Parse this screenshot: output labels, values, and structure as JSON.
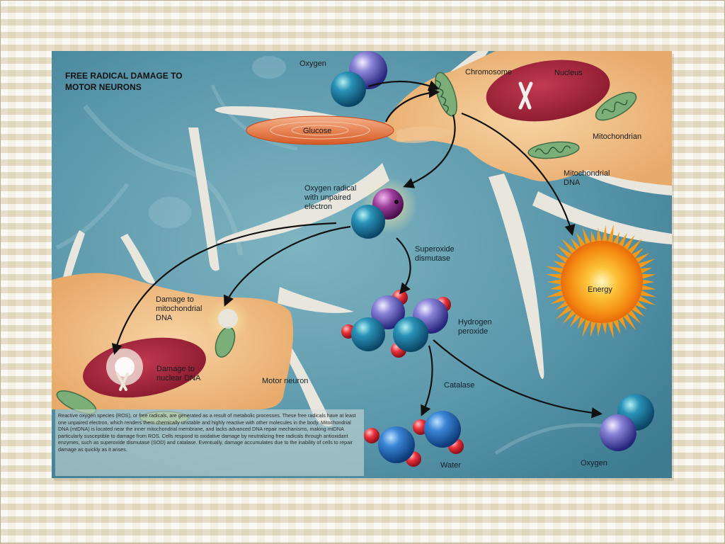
{
  "title": {
    "line1": "FREE RADICAL DAMAGE TO",
    "line2": "MOTOR NEURONS"
  },
  "labels": {
    "oxygen_top": "Oxygen",
    "glucose": "Glucose",
    "chromosome": "Chromosome",
    "nucleus": "Nucleus",
    "mitochondrion": "Mitochondrian",
    "mito_dna_1": "Mitochondrial",
    "mito_dna_2": "DNA",
    "oxygen_radical_1": "Oxygen radical",
    "oxygen_radical_2": "with unpaired",
    "oxygen_radical_3": "electron",
    "sod_1": "Superoxide",
    "sod_2": "dismutase",
    "energy": "Energy",
    "damage_mito_1": "Damage to",
    "damage_mito_2": "mitochondrial",
    "damage_mito_3": "DNA",
    "damage_nuclear_1": "Damage to",
    "damage_nuclear_2": "nuclear DNA",
    "hydrogen_peroxide_1": "Hydrogen",
    "hydrogen_peroxide_2": "peroxide",
    "motor_neuron": "Motor neuron",
    "catalase": "Catalase",
    "water": "Water",
    "oxygen_bottom": "Oxygen"
  },
  "caption": "Reactive oxygen species (ROS), or free radicals, are generated as a result of metabolic processes. These free radicals have at least one unpaired electron, which renders them chemically unstable and highly reactive with other molecules in the body. Mitochondrial DNA (mtDNA) is located near the inner mitochondrial membrane, and lacks advanced DNA repair mechanisms, making mtDNA particularly susceptible to damage from ROS. Cells respond to oxidative damage by neutralizing free radicals through antioxidant enzymes, such as superoxide dismutase (SOD) and catalase. Eventually, damage accumulates due to the inability of cells to repair damage as quickly as it arises.",
  "colors": {
    "background": "#4f8fa3",
    "cell": "#f2c48f",
    "nucleus": "#a8283e",
    "mitochondrion": "#7cae7a",
    "oxygen_atom": "#1e5fb0",
    "hydrogen_atom": "#e0303c",
    "radical": "#8a3a8c",
    "energy": "#f7a21b",
    "glucose": "#e8743a"
  }
}
